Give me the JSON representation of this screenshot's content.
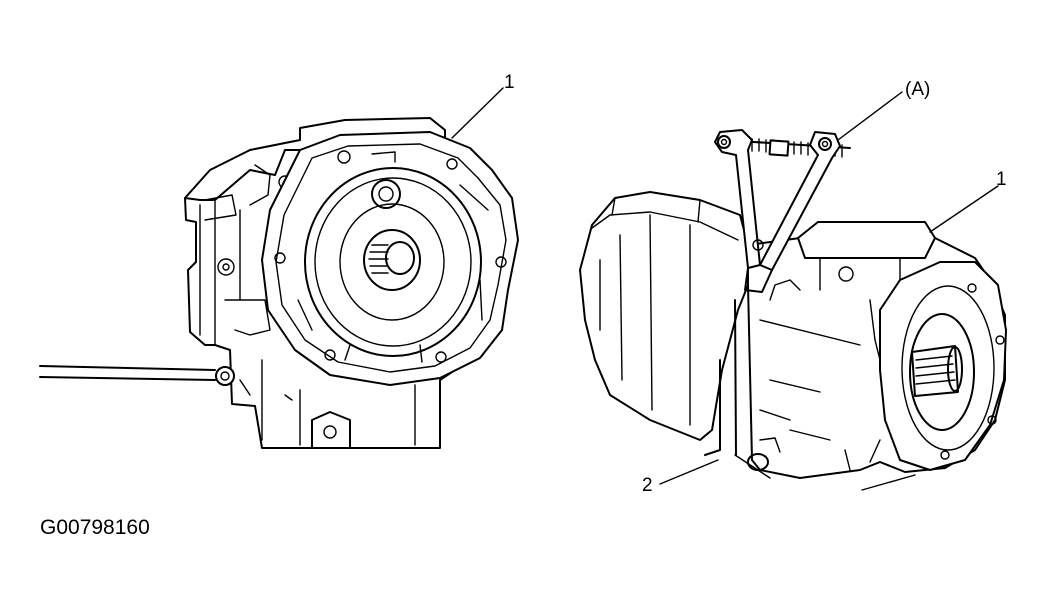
{
  "callouts": {
    "left_transmission": "1",
    "tool": "(A)",
    "right_transmission": "1",
    "seal": "2"
  },
  "figure_id": "G00798160"
}
